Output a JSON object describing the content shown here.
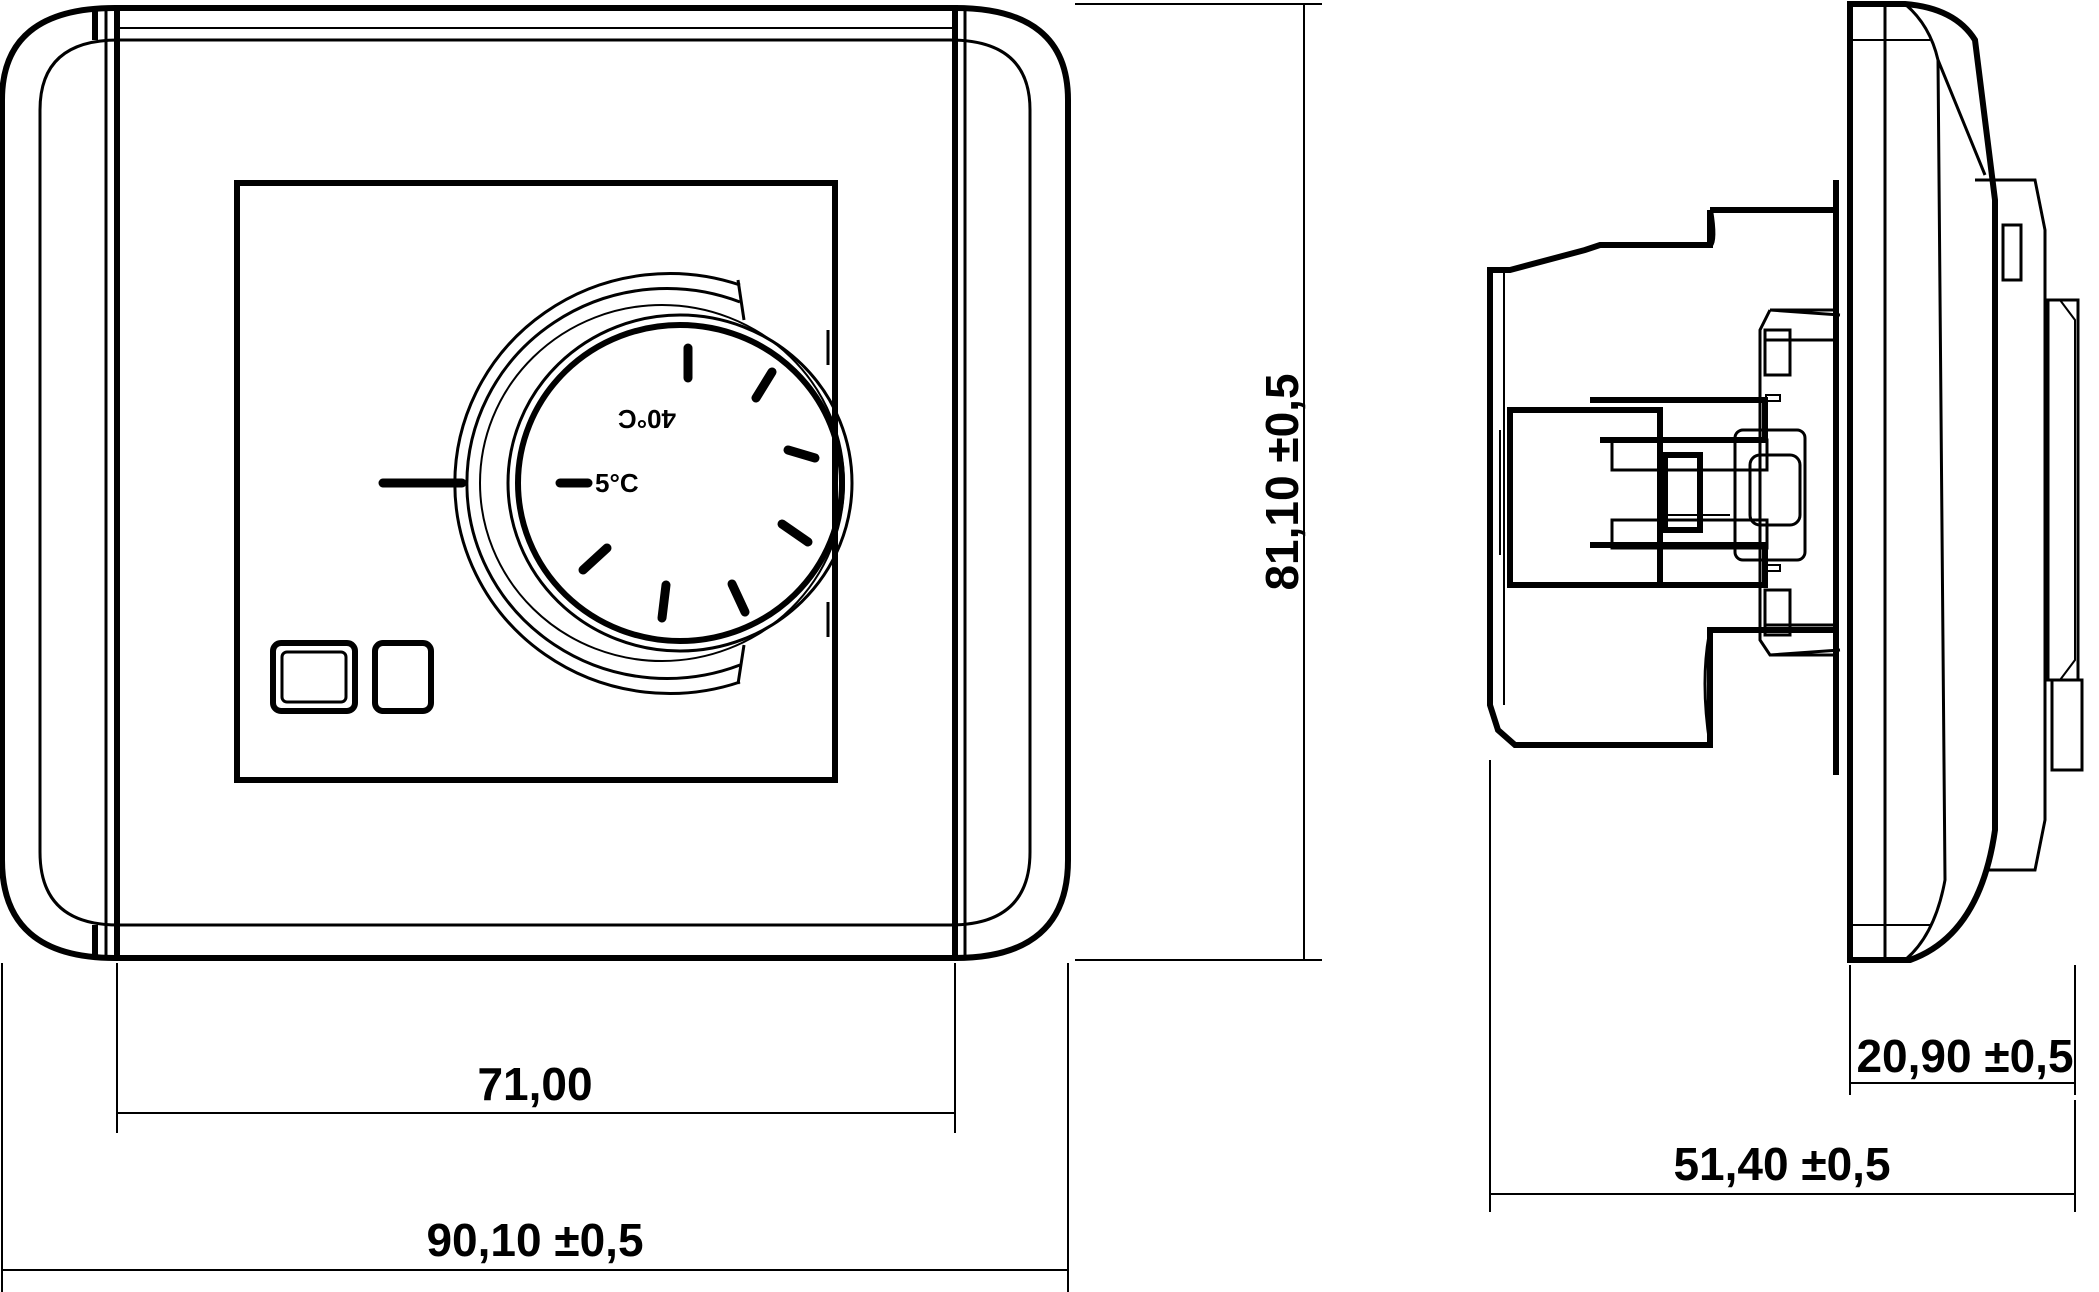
{
  "dimensions": {
    "inner_width": "71,00",
    "outer_width": "90,10 ±0,5",
    "height": "81,10 ±0,5",
    "front_depth": "20,90 ±0,5",
    "total_depth": "51,40 ±0,5"
  },
  "dial": {
    "min_label": "5°C",
    "max_label": "40°C"
  }
}
